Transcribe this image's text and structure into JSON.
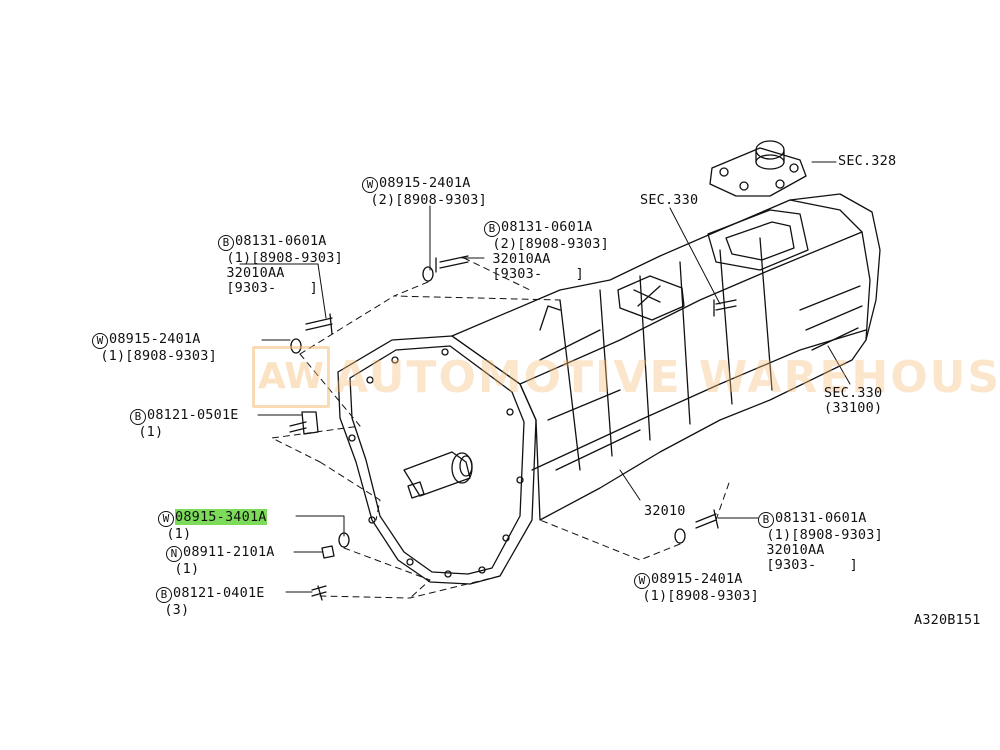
{
  "watermark": {
    "logo": "AW",
    "text": "AUTOMOTIVE WAREHOUSE"
  },
  "highlight_color": "#7cdb59",
  "diagram_id": "A320B151",
  "callouts": [
    {
      "mark": "W",
      "part": "08915-2401A",
      "lines": [
        "(2)[8908-9303]"
      ]
    },
    {
      "mark": "B",
      "part": "08131-0601A",
      "lines": [
        "(2)[8908-9303]",
        "32010AA",
        "[9303-    ]"
      ]
    },
    {
      "mark": "B",
      "part": "08131-0601A",
      "lines": [
        "(1)[8908-9303]",
        "32010AA",
        "[9303-    ]"
      ]
    },
    {
      "mark": "W",
      "part": "08915-2401A",
      "lines": [
        "(1)[8908-9303]"
      ]
    },
    {
      "mark": "B",
      "part": "08121-0501E",
      "lines": [
        "(1)"
      ]
    },
    {
      "mark": "W",
      "part": "08915-3401A",
      "lines": [
        "(1)"
      ],
      "highlighted": true
    },
    {
      "mark": "N",
      "part": "08911-2101A",
      "lines": [
        "(1)"
      ]
    },
    {
      "mark": "B",
      "part": "08121-0401E",
      "lines": [
        "(3)"
      ]
    },
    {
      "mark": "B",
      "part": "08131-0601A",
      "lines": [
        "(1)[8908-9303]",
        "32010AA",
        "[9303-    ]"
      ]
    },
    {
      "mark": "W",
      "part": "08915-2401A",
      "lines": [
        "(1)[8908-9303]"
      ]
    }
  ],
  "sections": [
    {
      "text": "SEC.328"
    },
    {
      "text": "SEC.330"
    },
    {
      "text": "SEC.330",
      "sub": "(33100)"
    },
    {
      "text": "32010"
    }
  ]
}
